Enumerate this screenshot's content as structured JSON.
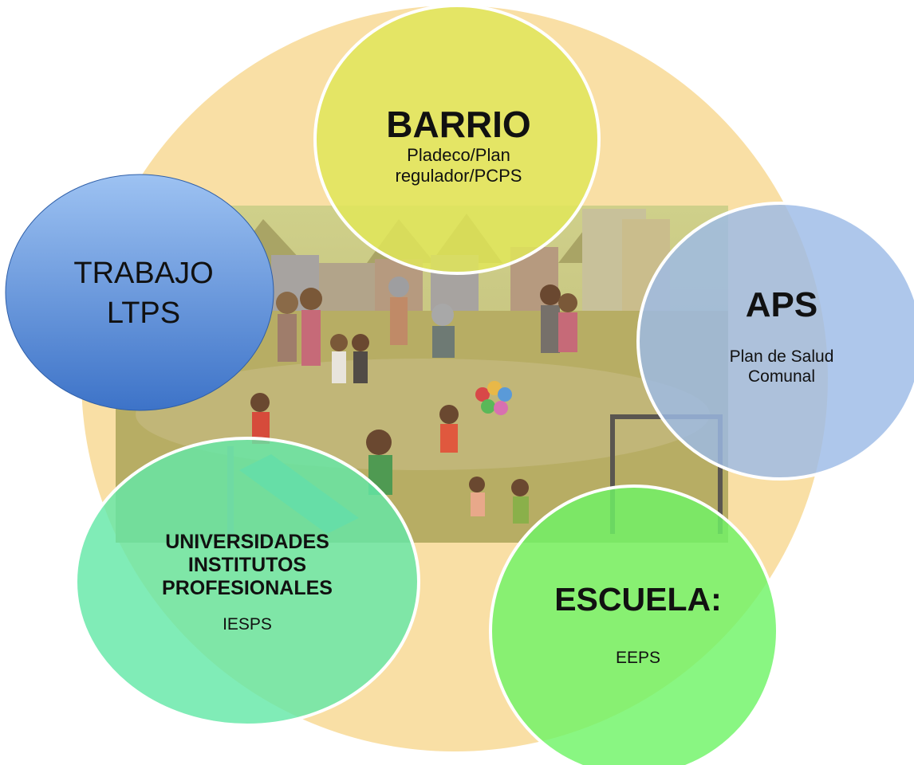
{
  "colors": {
    "background_circle": "#f9dfa5",
    "scene": "#b8ad66",
    "barrio": "#e1e659",
    "trabajo": "#4f86d6",
    "aps": "#9cbbe6",
    "universidades": "#64e8a7",
    "escuela": "#6ff467",
    "circle_border": "#ffffff"
  },
  "illustration": {
    "description_icon": "neighborhood-park-scene-icon"
  },
  "nodes": {
    "barrio": {
      "title": "BARRIO",
      "subtitle_line1": "Pladeco/Plan",
      "subtitle_line2": "regulador/PCPS"
    },
    "trabajo": {
      "title": "TRABAJO",
      "subtitle": "LTPS"
    },
    "aps": {
      "title": "APS",
      "subtitle_line1": "Plan de Salud",
      "subtitle_line2": "Comunal"
    },
    "universidades": {
      "title_line1": "UNIVERSIDADES",
      "title_line2": "INSTITUTOS",
      "title_line3": "PROFESIONALES",
      "subtitle": "IESPS"
    },
    "escuela": {
      "title": "ESCUELA:",
      "subtitle": "EEPS"
    }
  }
}
